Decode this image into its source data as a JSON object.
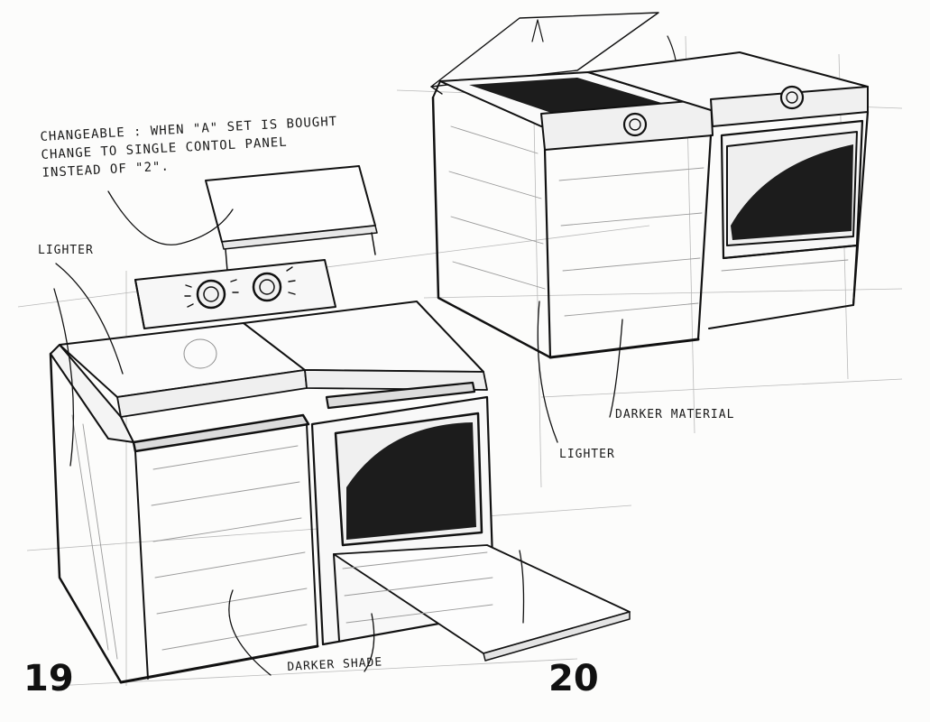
{
  "annotations": {
    "changeable_note": [
      "CHANGEABLE : WHEN \"A\" SET IS BOUGHT",
      "CHANGE TO SINGLE CONTOL PANEL",
      "INSTEAD OF \"2\"."
    ],
    "lighter_left": "LIGHTER",
    "darker_shade": "DARKER SHADE",
    "darker_material": "DARKER MATERIAL",
    "lighter_right": "LIGHTER"
  },
  "sketch_numbers": {
    "left": "19",
    "right": "20"
  },
  "colors": {
    "paper": "#fcfcfb",
    "ink": "#111111",
    "pencil": "#9a9a9a",
    "marker_dark": "#1c1c1c"
  }
}
